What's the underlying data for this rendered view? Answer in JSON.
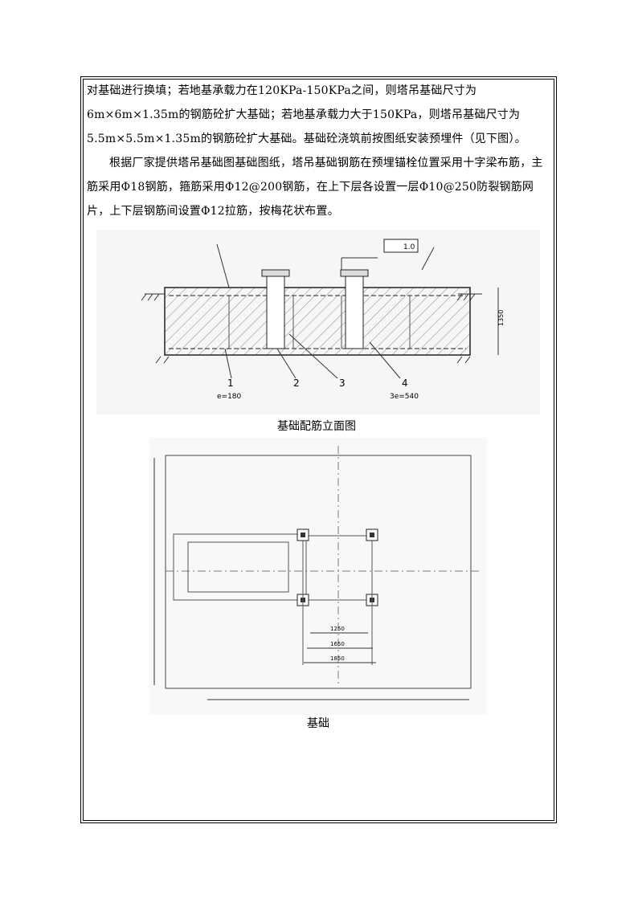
{
  "paragraphs": [
    "对基础进行换填；若地基承载力在120KPa-150KPa之间，则塔吊基础尺寸为6m×6m×1.35m的钢筋砼扩大基础；若地基承载力大于150KPa，则塔吊基础尺寸为5.5m×5.5m×1.35m的钢筋砼扩大基础。基础砼浇筑前按图纸安装预埋件（见下图）。",
    "根据厂家提供塔吊基础图基础图纸，塔吊基础钢筋在预埋锚栓位置采用十字梁布筋，主筋采用Φ18钢筋，箍筋采用Φ12@200钢筋，在上下层各设置一层Φ10@250防裂钢筋网片，上下层钢筋间设置Φ12拉筋，按梅花状布置。"
  ],
  "figure1": {
    "caption": "基础配筋立面图",
    "callouts": [
      "1",
      "2",
      "3",
      "4"
    ],
    "dims": {
      "left_spacing": "e=180",
      "right_spacing": "3e=540",
      "height": "1350",
      "tolerance": "1.0"
    }
  },
  "figure2": {
    "caption": "基础",
    "dims": [
      "1250",
      "1650",
      "1850"
    ]
  }
}
